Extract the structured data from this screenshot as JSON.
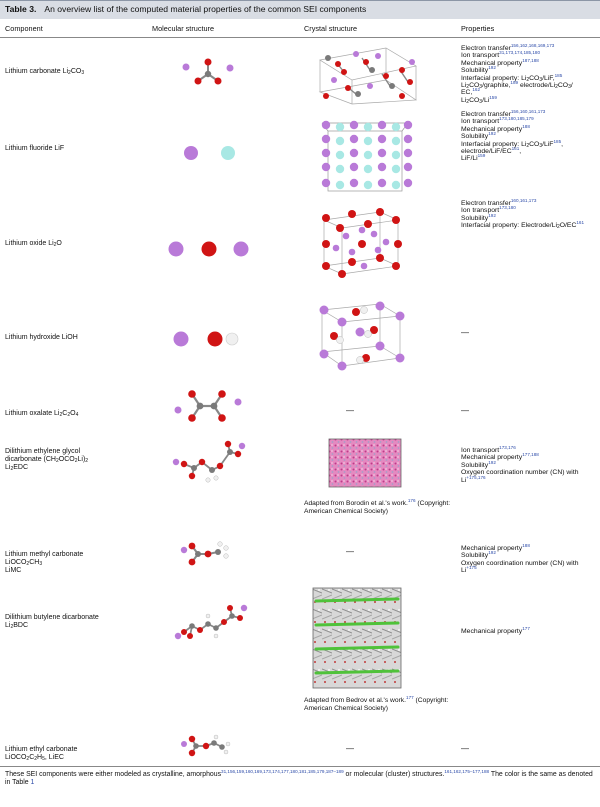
{
  "caption": {
    "label": "Table 3.",
    "title": "An overview list of the computed material properties of the common SEI components"
  },
  "headers": {
    "component": "Component",
    "molecular": "Molecular structure",
    "crystal": "Crystal structure",
    "properties": "Properties"
  },
  "colors": {
    "lithium": "#b97ad8",
    "oxygen": "#d01414",
    "carbon": "#7a7a7a",
    "fluorine": "#a8e8e4",
    "hydrogen": "#f0f0f0",
    "header_bg": "#d9dde4",
    "ref_blue": "#2b4aa8"
  },
  "rows": {
    "r1": {
      "name": "Lithium carbonate Li",
      "sub1": "2",
      "name_b": "CO",
      "sub2": "3",
      "props": [
        {
          "t": "Electron transfer",
          "s": "156,162,168,169,173"
        },
        {
          "t": "Ion transport",
          "s": "31,173,174,185,180"
        },
        {
          "t": "Mechanical property",
          "s": "187,188"
        },
        {
          "t": "Solubility",
          "s": "192"
        },
        {
          "t": "Interfacial property: Li2CO3/LiF,",
          "s": "185"
        },
        {
          "t": "Li2CO3/graphite,",
          "s": "189"
        },
        {
          "t": " electrode/Li2CO3/ EC,",
          "s": "162"
        },
        {
          "t": "Li2CO3/Li",
          "s": "159"
        }
      ]
    },
    "r2": {
      "name": "Lithium fluoride LiF",
      "props": [
        {
          "t": "Electron transfer",
          "s": "156,160,161,173"
        },
        {
          "t": "Ion transport",
          "s": "173,180,185,179"
        },
        {
          "t": "Mechanical property",
          "s": "188"
        },
        {
          "t": "Solubility",
          "s": "192"
        },
        {
          "t": "Interfacial property: Li2CO3/LiF,",
          "s": "185"
        },
        {
          "t": "electrode/LiF/EC",
          "s": "161"
        },
        {
          "t": ", LiF/Li",
          "s": "159"
        }
      ]
    },
    "r3": {
      "name": "Lithium oxide Li",
      "sub1": "2",
      "name_b": "O",
      "props": [
        {
          "t": "Electron transfer",
          "s": "160,161,173"
        },
        {
          "t": "Ion transport",
          "s": "173,180"
        },
        {
          "t": "Solubility",
          "s": "192"
        },
        {
          "t": "Interfacial property: Electrode/Li2O/EC",
          "s": "161"
        }
      ]
    },
    "r4": {
      "name": "Lithium hydroxide LiOH",
      "dash": "—"
    },
    "r5": {
      "name": "Lithium oxalate Li",
      "sub1": "2",
      "name_b": "C",
      "sub2": "2",
      "name_c": "O",
      "sub3": "4",
      "dash_c": "—",
      "dash_p": "—"
    },
    "r6": {
      "name1": "Dilithium ethylene glycol",
      "name2": "dicarbonate (CH",
      "name3": "Li",
      "name4": "EDC",
      "props": [
        {
          "t": "Ion transport",
          "s": "173,176"
        },
        {
          "t": "Mechanical property",
          "s": "177,188"
        },
        {
          "t": "Solubility",
          "s": "192"
        },
        {
          "t": "Oxygen coordination number (CN) with Li+",
          "s": "175,176"
        }
      ],
      "note": "Adapted from Borodin et al.'s work.",
      "note_ref": "176",
      "note_b": " (Copyright: American Chemical Society)"
    },
    "r7": {
      "name1": "Lithium methyl carbonate",
      "name2": "LiOCO",
      "name3": "CH",
      "name4": "LiMC",
      "dash_c": "—",
      "props": [
        {
          "t": "Mechanical property",
          "s": "188"
        },
        {
          "t": "Solubility",
          "s": "192"
        },
        {
          "t": "Oxygen coordination number (CN) with Li+",
          "s": "175"
        }
      ]
    },
    "r8": {
      "name1": "Dilithium butylene dicarbonate",
      "name2": "Li",
      "name3": "BDC",
      "props": [
        {
          "t": "Mechanical property",
          "s": "177"
        }
      ],
      "note": "Adapted from Bedrov et al.'s work.",
      "note_ref": "177",
      "note_b": " (Copyright: American Chemical Society)"
    },
    "r9": {
      "name1": "Lithium ethyl carbonate",
      "name2": "LiOCO",
      "name3": "C",
      "name4": "H",
      "name5": ", LiEC",
      "dash_c": "—",
      "dash_p": "—"
    }
  },
  "footer": {
    "a": "These SEI components were either modeled as crystalline, amorphous",
    "ra": "31,156,159,160,169,173,174,177,180,181,185,179,187–189",
    "b": " or molecular (cluster) structures.",
    "rb": "161,162,175–177,188",
    "c": " The color is the same as denoted in Table ",
    "d": "1"
  }
}
